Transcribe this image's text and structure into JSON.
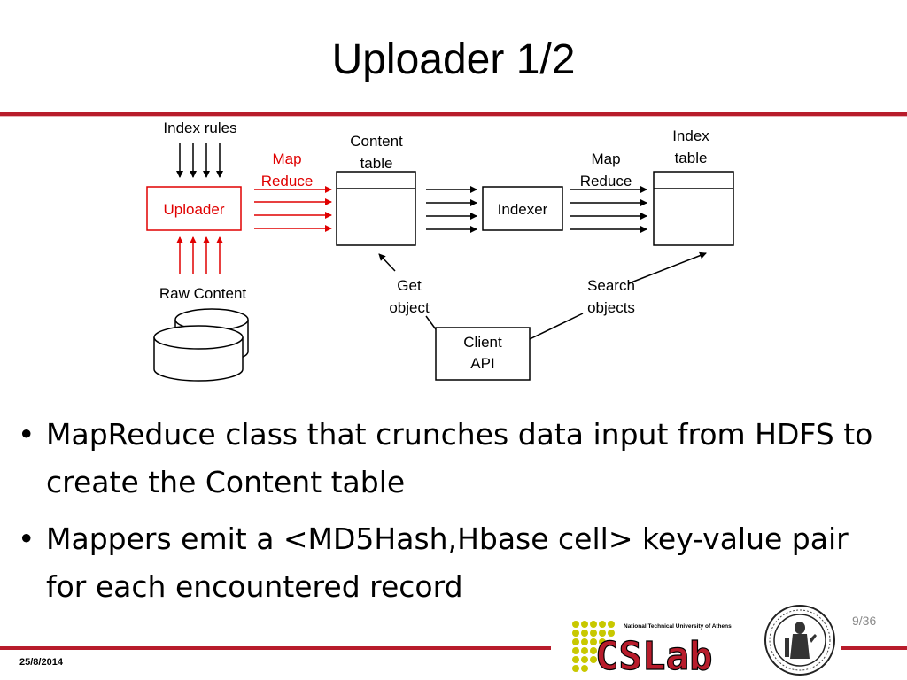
{
  "title": "Uploader 1/2",
  "diagram": {
    "index_rules": "Index rules",
    "map_reduce_left": [
      "Map",
      "Reduce"
    ],
    "uploader": "Uploader",
    "content_table": [
      "Content",
      "table"
    ],
    "indexer": "Indexer",
    "map_reduce_right": [
      "Map",
      "Reduce"
    ],
    "index_table": [
      "Index",
      "table"
    ],
    "raw_content": "Raw Content",
    "get_object": [
      "Get",
      "object"
    ],
    "search_objects": [
      "Search",
      "objects"
    ],
    "client_api": [
      "Client",
      "API"
    ]
  },
  "bullets": [
    "MapReduce class that crunches data input from HDFS to create the Content table",
    "Mappers emit a <MD5Hash,Hbase cell> key-value pair for each encountered record"
  ],
  "footer": {
    "date": "25/8/2014",
    "page": "9/36",
    "logo_text": "CSLab",
    "logo_subtext": "National Technical University of Athens"
  },
  "colors": {
    "accent": "#b81c2b",
    "red_text": "#e00000",
    "logo_yellow": "#c8c800"
  }
}
